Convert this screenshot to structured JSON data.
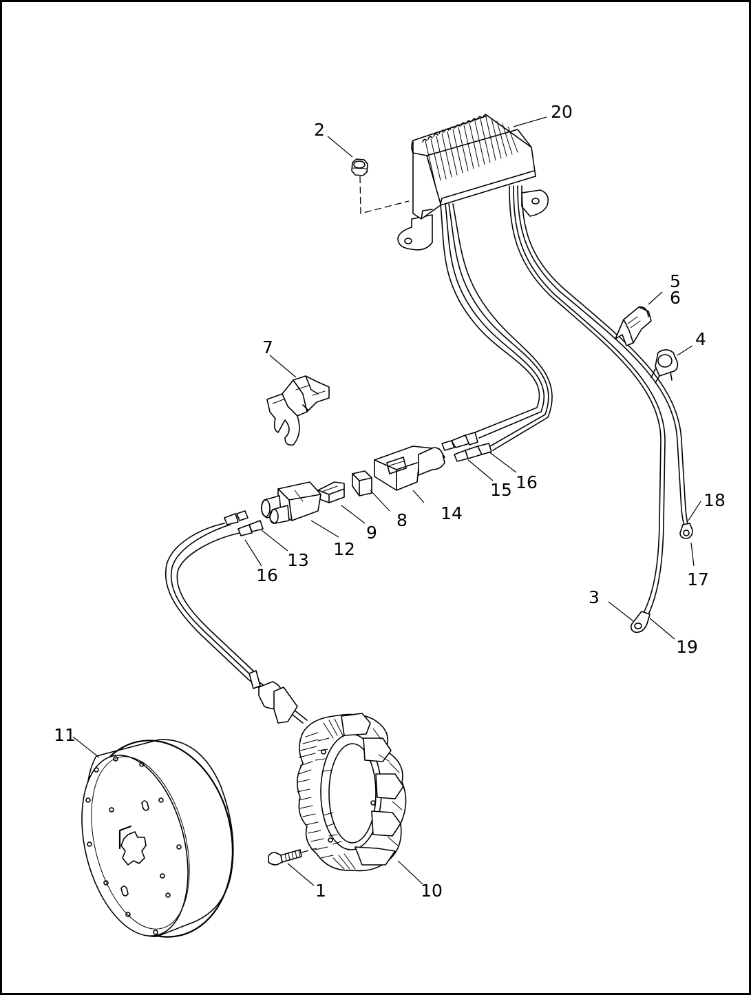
{
  "diagram": {
    "callouts": {
      "c1": "1",
      "c2": "2",
      "c3": "3",
      "c4": "4",
      "c5": "5",
      "c6": "6",
      "c7": "7",
      "c8": "8",
      "c9": "9",
      "c10": "10",
      "c11": "11",
      "c12": "12",
      "c13": "13",
      "c14": "14",
      "c15": "15",
      "c16a": "16",
      "c16b": "16",
      "c17": "17",
      "c18": "18",
      "c19": "19",
      "c20": "20"
    }
  }
}
